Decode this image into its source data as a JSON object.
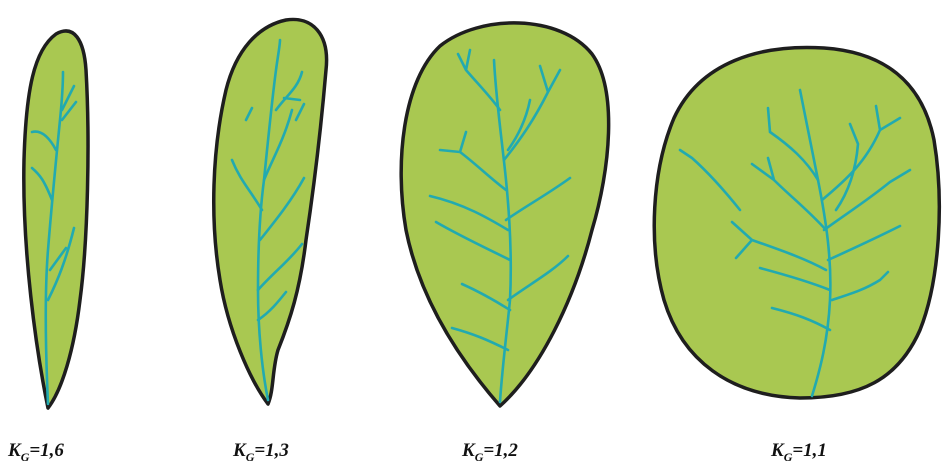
{
  "basins": [
    {
      "symbol": "K",
      "subscript": "G",
      "value": "=1,6"
    },
    {
      "symbol": "K",
      "subscript": "G",
      "value": "=1,3"
    },
    {
      "symbol": "K",
      "subscript": "G",
      "value": "=1,2"
    },
    {
      "symbol": "K",
      "subscript": "G",
      "value": "=1,1"
    }
  ],
  "colors": {
    "basin_fill": "#a9c851",
    "basin_outline": "#1e1e1e",
    "stream": "#22aab0"
  }
}
